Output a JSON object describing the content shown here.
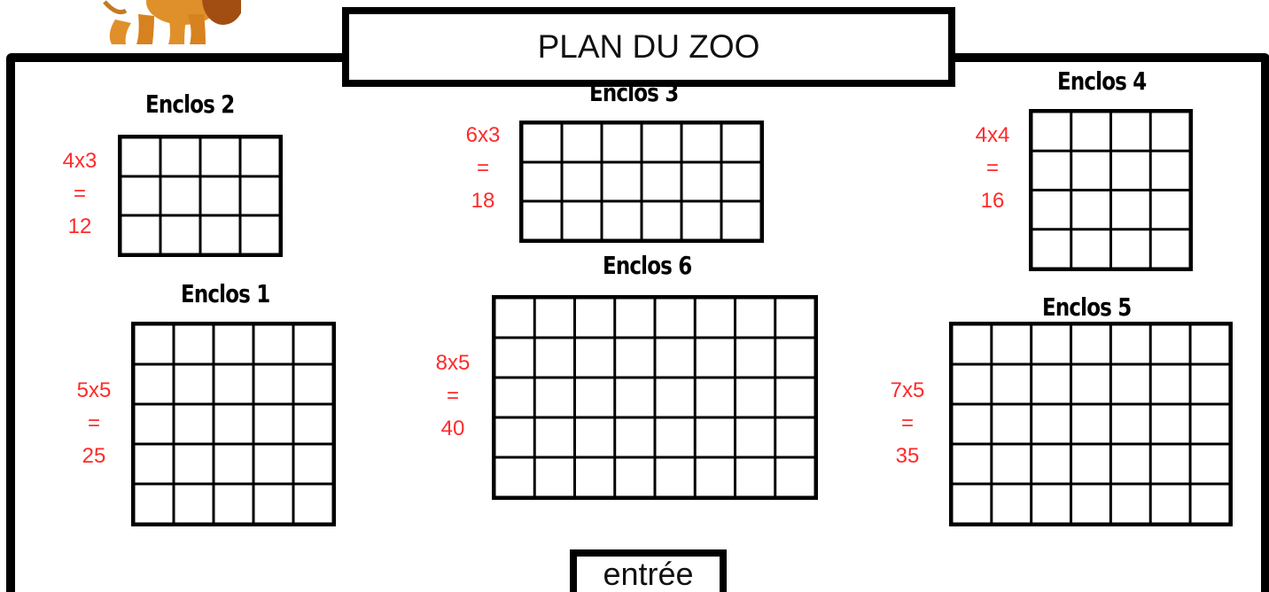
{
  "title": "PLAN DU ZOO",
  "entrance_label": "entrée",
  "colors": {
    "grid_line": "#000000",
    "calc_text": "#ff2a2a",
    "lion_body": "#e0902a",
    "lion_mane": "#a24e12"
  },
  "enclosures": [
    {
      "name": "Enclos 2",
      "cols": 4,
      "rows": 3,
      "product": "4x3",
      "equals": "=",
      "result": "12"
    },
    {
      "name": "Enclos 3",
      "cols": 6,
      "rows": 3,
      "product": "6x3",
      "equals": "=",
      "result": "18"
    },
    {
      "name": "Enclos 4",
      "cols": 4,
      "rows": 4,
      "product": "4x4",
      "equals": "=",
      "result": "16"
    },
    {
      "name": "Enclos 1",
      "cols": 5,
      "rows": 5,
      "product": "5x5",
      "equals": "=",
      "result": "25"
    },
    {
      "name": "Enclos 6",
      "cols": 8,
      "rows": 5,
      "product": "8x5",
      "equals": "=",
      "result": "40"
    },
    {
      "name": "Enclos 5",
      "cols": 7,
      "rows": 5,
      "product": "7x5",
      "equals": "=",
      "result": "35"
    }
  ]
}
